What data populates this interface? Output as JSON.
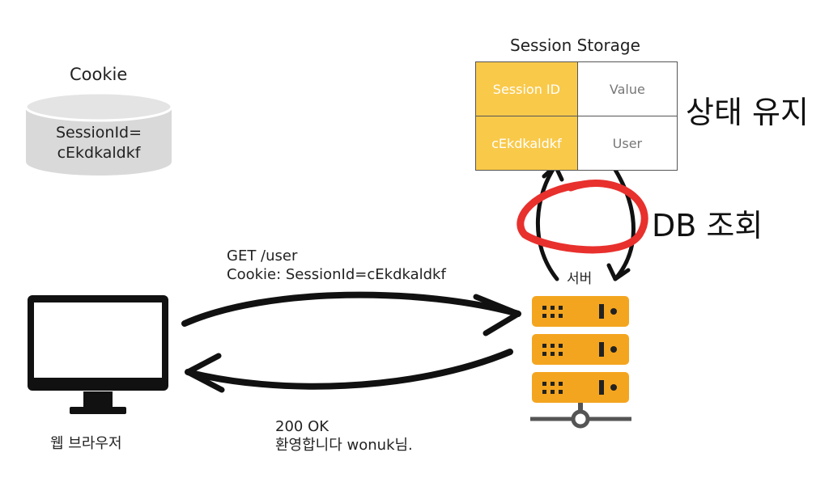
{
  "cookie": {
    "title": "Cookie",
    "line1": "SessionId=",
    "line2": "cEkdkaldkf"
  },
  "session_storage": {
    "title": "Session Storage",
    "header": {
      "key": "Session ID",
      "value": "Value"
    },
    "row": {
      "key": "cEkdkaldkf",
      "value": "User"
    }
  },
  "annotations": {
    "state": "상태 유지",
    "db": "DB 조회"
  },
  "server": {
    "label": "서버"
  },
  "request": {
    "line1": "GET /user",
    "line2": "Cookie: SessionId=cEkdkaldkf"
  },
  "response": {
    "line1": "200 OK",
    "line2": "환영합니다 wonuk님."
  },
  "browser": {
    "label": "웹 브라우저"
  },
  "colors": {
    "server_orange": "#f4a51f",
    "table_key_fill": "#f9c94a",
    "circle_red": "#e8302d",
    "cylinder_gray": "#d9d9d9"
  },
  "icons": [
    "database-cylinder-icon",
    "monitor-icon",
    "server-rack-icon"
  ]
}
